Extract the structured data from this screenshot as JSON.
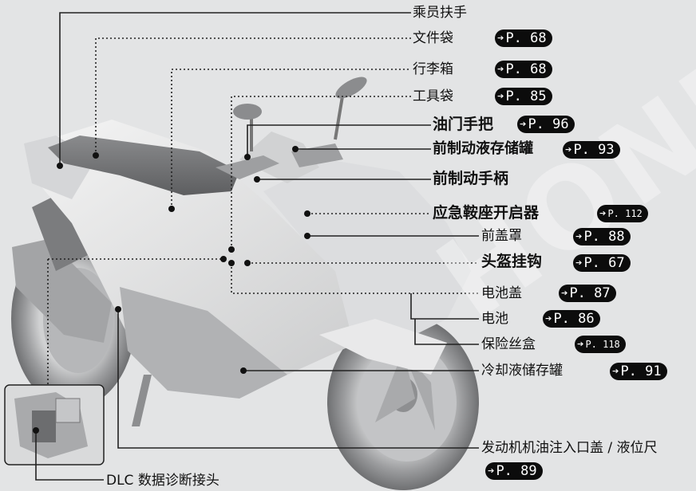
{
  "labels": {
    "passenger_handle": "乘员扶手",
    "document_bag": "文件袋",
    "luggage_box": "行李箱",
    "tool_bag": "工具袋",
    "throttle_grip": "油门手把",
    "front_brake_reservoir": "前制动液存储罐",
    "front_brake_lever": "前制动手柄",
    "emergency_seat_opener": "应急鞍座开启器",
    "front_cover": "前盖罩",
    "helmet_hook": "头盔挂钩",
    "battery_cover": "电池盖",
    "battery": "电池",
    "fuse_box": "保险丝盒",
    "coolant_reservoir": "冷却液储存罐",
    "engine_oil_filler": "发动机机油注入口盖 / 液位尺",
    "dlc_connector": "DLC 数据诊断接头"
  },
  "refs": {
    "document_bag": "P. 68",
    "luggage_box": "P. 68",
    "tool_bag": "P. 85",
    "throttle_grip": "P. 96",
    "front_brake_reservoir": "P. 93",
    "emergency_seat_opener": "P. 112",
    "front_cover": "P. 88",
    "helmet_hook": "P. 67",
    "battery_cover": "P. 87",
    "battery": "P. 86",
    "fuse_box": "P. 118",
    "coolant_reservoir": "P. 91",
    "engine_oil_filler": "P. 89"
  },
  "watermark": "HONDA",
  "icons": {
    "ref_arrow": "arrow-right-icon"
  },
  "colors": {
    "background": "#e3e4e5",
    "badge": "#0c0c0c",
    "leader": "#222222"
  }
}
